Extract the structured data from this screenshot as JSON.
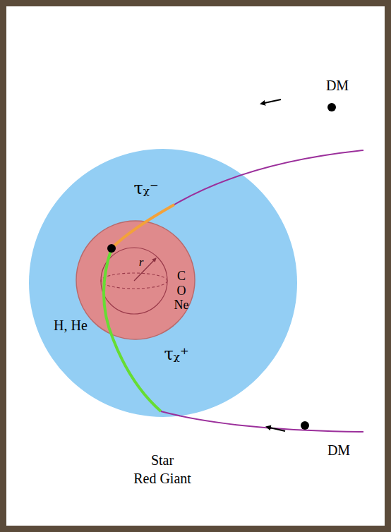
{
  "diagram": {
    "nodes": [
      {
        "text": [
          "H, He"
        ]
      },
      {
        "text": [
          "C O Ne"
        ],
        "in": 0
      }
    ],
    "labels": [
      "DM",
      "DM",
      "τᵪ⁻",
      "τᵪ⁺",
      "r",
      "Star",
      "Red Giant"
    ]
  }
}
